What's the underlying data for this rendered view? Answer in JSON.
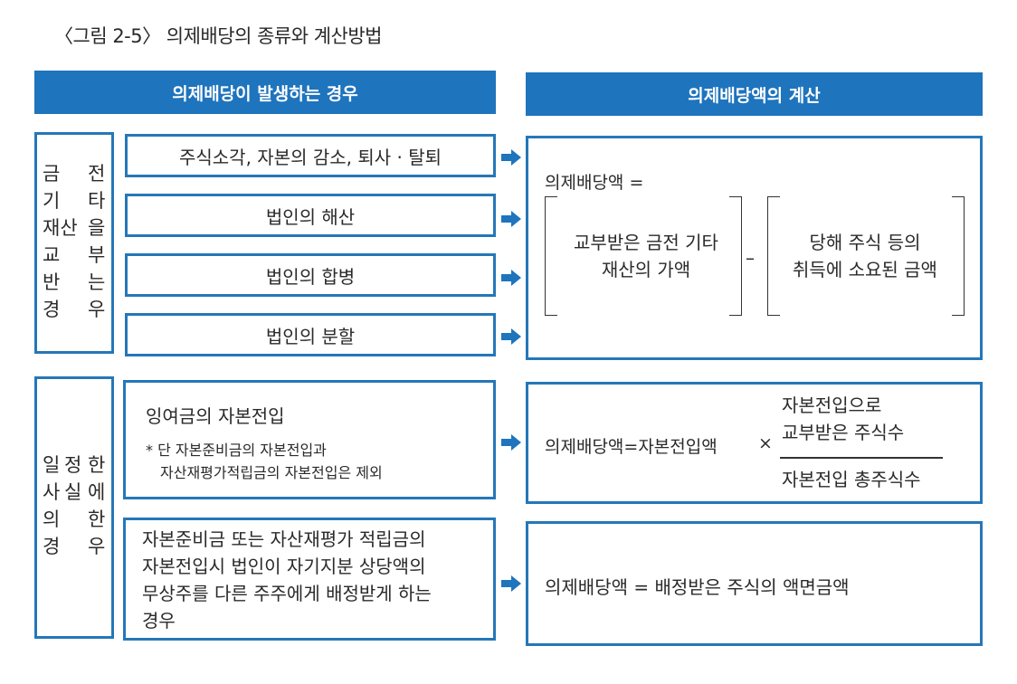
{
  "title": "〈그림 2-5〉 의제배당의 종류와 계산방법",
  "headers": {
    "left": "의제배당이 발생하는 경우",
    "right": "의제배당액의 계산"
  },
  "group1": {
    "label_col1": [
      "금",
      "기",
      "재산",
      "교",
      "반",
      "경"
    ],
    "label_col2": [
      "전",
      "타",
      "을",
      "부",
      "는",
      "우"
    ],
    "items": [
      "주식소각, 자본의 감소, 퇴사 · 탈퇴",
      "법인의 해산",
      "법인의 합병",
      "법인의 분할"
    ],
    "calc": {
      "prefix": "의제배당액 =",
      "term1": [
        "교부받은 금전 기타",
        "재산의 가액"
      ],
      "op": "–",
      "term2": [
        "당해 주식 등의",
        "취득에 소요된 금액"
      ]
    }
  },
  "group2": {
    "label_col1": [
      "일",
      "사",
      "의",
      "경"
    ],
    "label_col2": [
      "정",
      "실",
      "",
      ""
    ],
    "label_col3": [
      "한",
      "에",
      "한",
      "우"
    ],
    "item1": {
      "title": "잉여금의 자본전입",
      "note": [
        "* 단 자본준비금의 자본전입과",
        "자산재평가적립금의 자본전입은 제외"
      ]
    },
    "item2": [
      "자본준비금 또는 자산재평가 적립금의",
      "자본전입시 법인이 자기지분 상당액의",
      "무상주를 다른 주주에게 배정받게 하는",
      "경우"
    ],
    "calc1": {
      "lhs": "의제배당액=자본전입액",
      "op": "×",
      "numerator": [
        "자본전입으로",
        "교부받은 주식수"
      ],
      "denominator": "자본전입 총주식수"
    },
    "calc2": "의제배당액 = 배정받은 주식의 액면금액"
  },
  "colors": {
    "accent": "#1e74bd",
    "border": "#2577b8"
  }
}
